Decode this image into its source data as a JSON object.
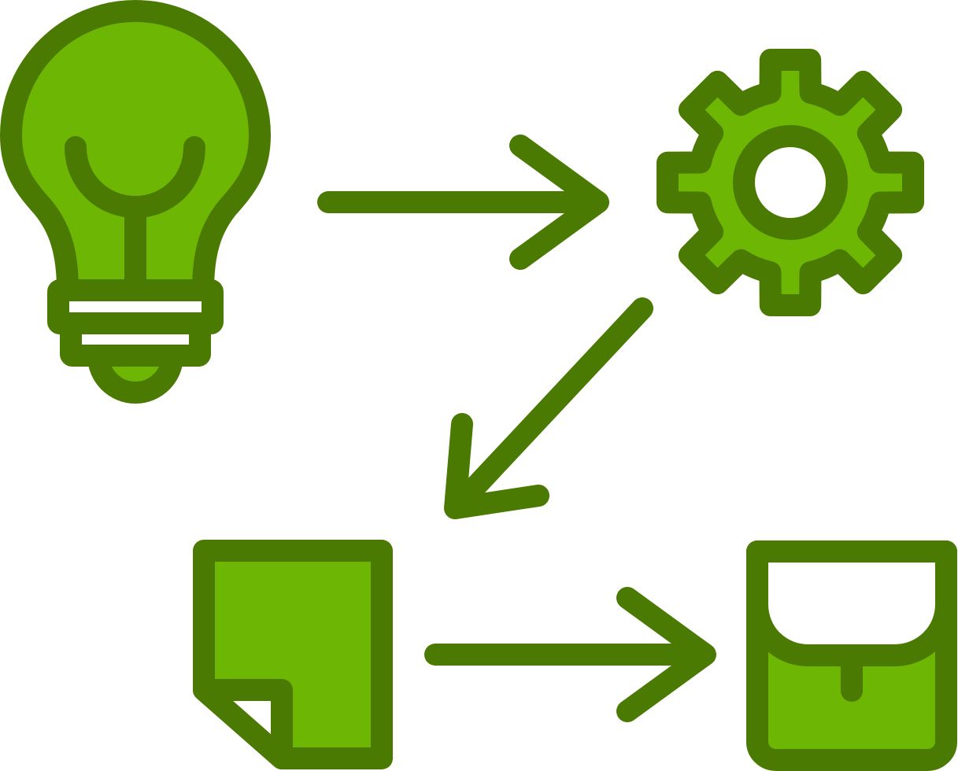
{
  "diagram": {
    "type": "process-flow-icon",
    "colors": {
      "stroke": "#4a7a01",
      "fill": "#6db604",
      "background": "#ffffff",
      "inner": "#ffffff"
    },
    "nodes": [
      {
        "id": "idea",
        "icon": "lightbulb-icon"
      },
      {
        "id": "process",
        "icon": "gear-icon"
      },
      {
        "id": "document",
        "icon": "document-icon"
      },
      {
        "id": "product",
        "icon": "briefcase-icon"
      }
    ],
    "edges": [
      {
        "from": "idea",
        "to": "process",
        "icon": "arrow-right-icon"
      },
      {
        "from": "process",
        "to": "document",
        "icon": "arrow-down-left-icon"
      },
      {
        "from": "document",
        "to": "product",
        "icon": "arrow-right-icon"
      }
    ]
  }
}
